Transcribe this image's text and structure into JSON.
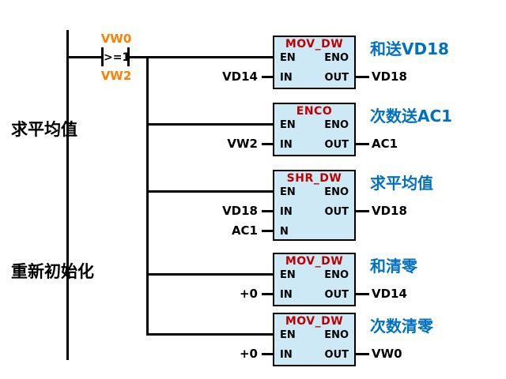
{
  "colors": {
    "block_fill": "#cde9f6",
    "block_border": "#000000",
    "block_title": "#c00000",
    "contact_operand": "#ff8000",
    "comment": "#0070c0",
    "wire": "#000000",
    "text": "#000000"
  },
  "left_labels": {
    "average": "求平均值",
    "reinit": "重新初始化"
  },
  "contact": {
    "top_operand": "VW0",
    "symbol": ">=1",
    "bottom_operand": "VW2"
  },
  "blocks": [
    {
      "title": "MOV_DW",
      "comment": "和送VD18",
      "rows": [
        {
          "left": "EN",
          "right": "ENO"
        },
        {
          "left": "IN",
          "right": "OUT"
        }
      ],
      "inputs": [
        {
          "operand": "VD14"
        }
      ],
      "output": "VD18"
    },
    {
      "title": "ENCO",
      "comment": "次数送AC1",
      "rows": [
        {
          "left": "EN",
          "right": "ENO"
        },
        {
          "left": "IN",
          "right": "OUT"
        }
      ],
      "inputs": [
        {
          "operand": "VW2"
        }
      ],
      "output": "AC1"
    },
    {
      "title": "SHR_DW",
      "comment": "求平均值",
      "rows": [
        {
          "left": "EN",
          "right": "ENO"
        },
        {
          "left": "IN",
          "right": "OUT"
        },
        {
          "left": "N",
          "right": ""
        }
      ],
      "inputs": [
        {
          "operand": "VD18"
        },
        {
          "operand": "AC1"
        }
      ],
      "output": "VD18"
    },
    {
      "title": "MOV_DW",
      "comment": "和清零",
      "rows": [
        {
          "left": "EN",
          "right": "ENO"
        },
        {
          "left": "IN",
          "right": "OUT"
        }
      ],
      "inputs": [
        {
          "operand": "+0"
        }
      ],
      "output": "VD14"
    },
    {
      "title": "MOV_DW",
      "comment": "次数清零",
      "rows": [
        {
          "left": "EN",
          "right": "ENO"
        },
        {
          "left": "IN",
          "right": "OUT"
        }
      ],
      "inputs": [
        {
          "operand": "+0"
        }
      ],
      "output": "VW0"
    }
  ]
}
